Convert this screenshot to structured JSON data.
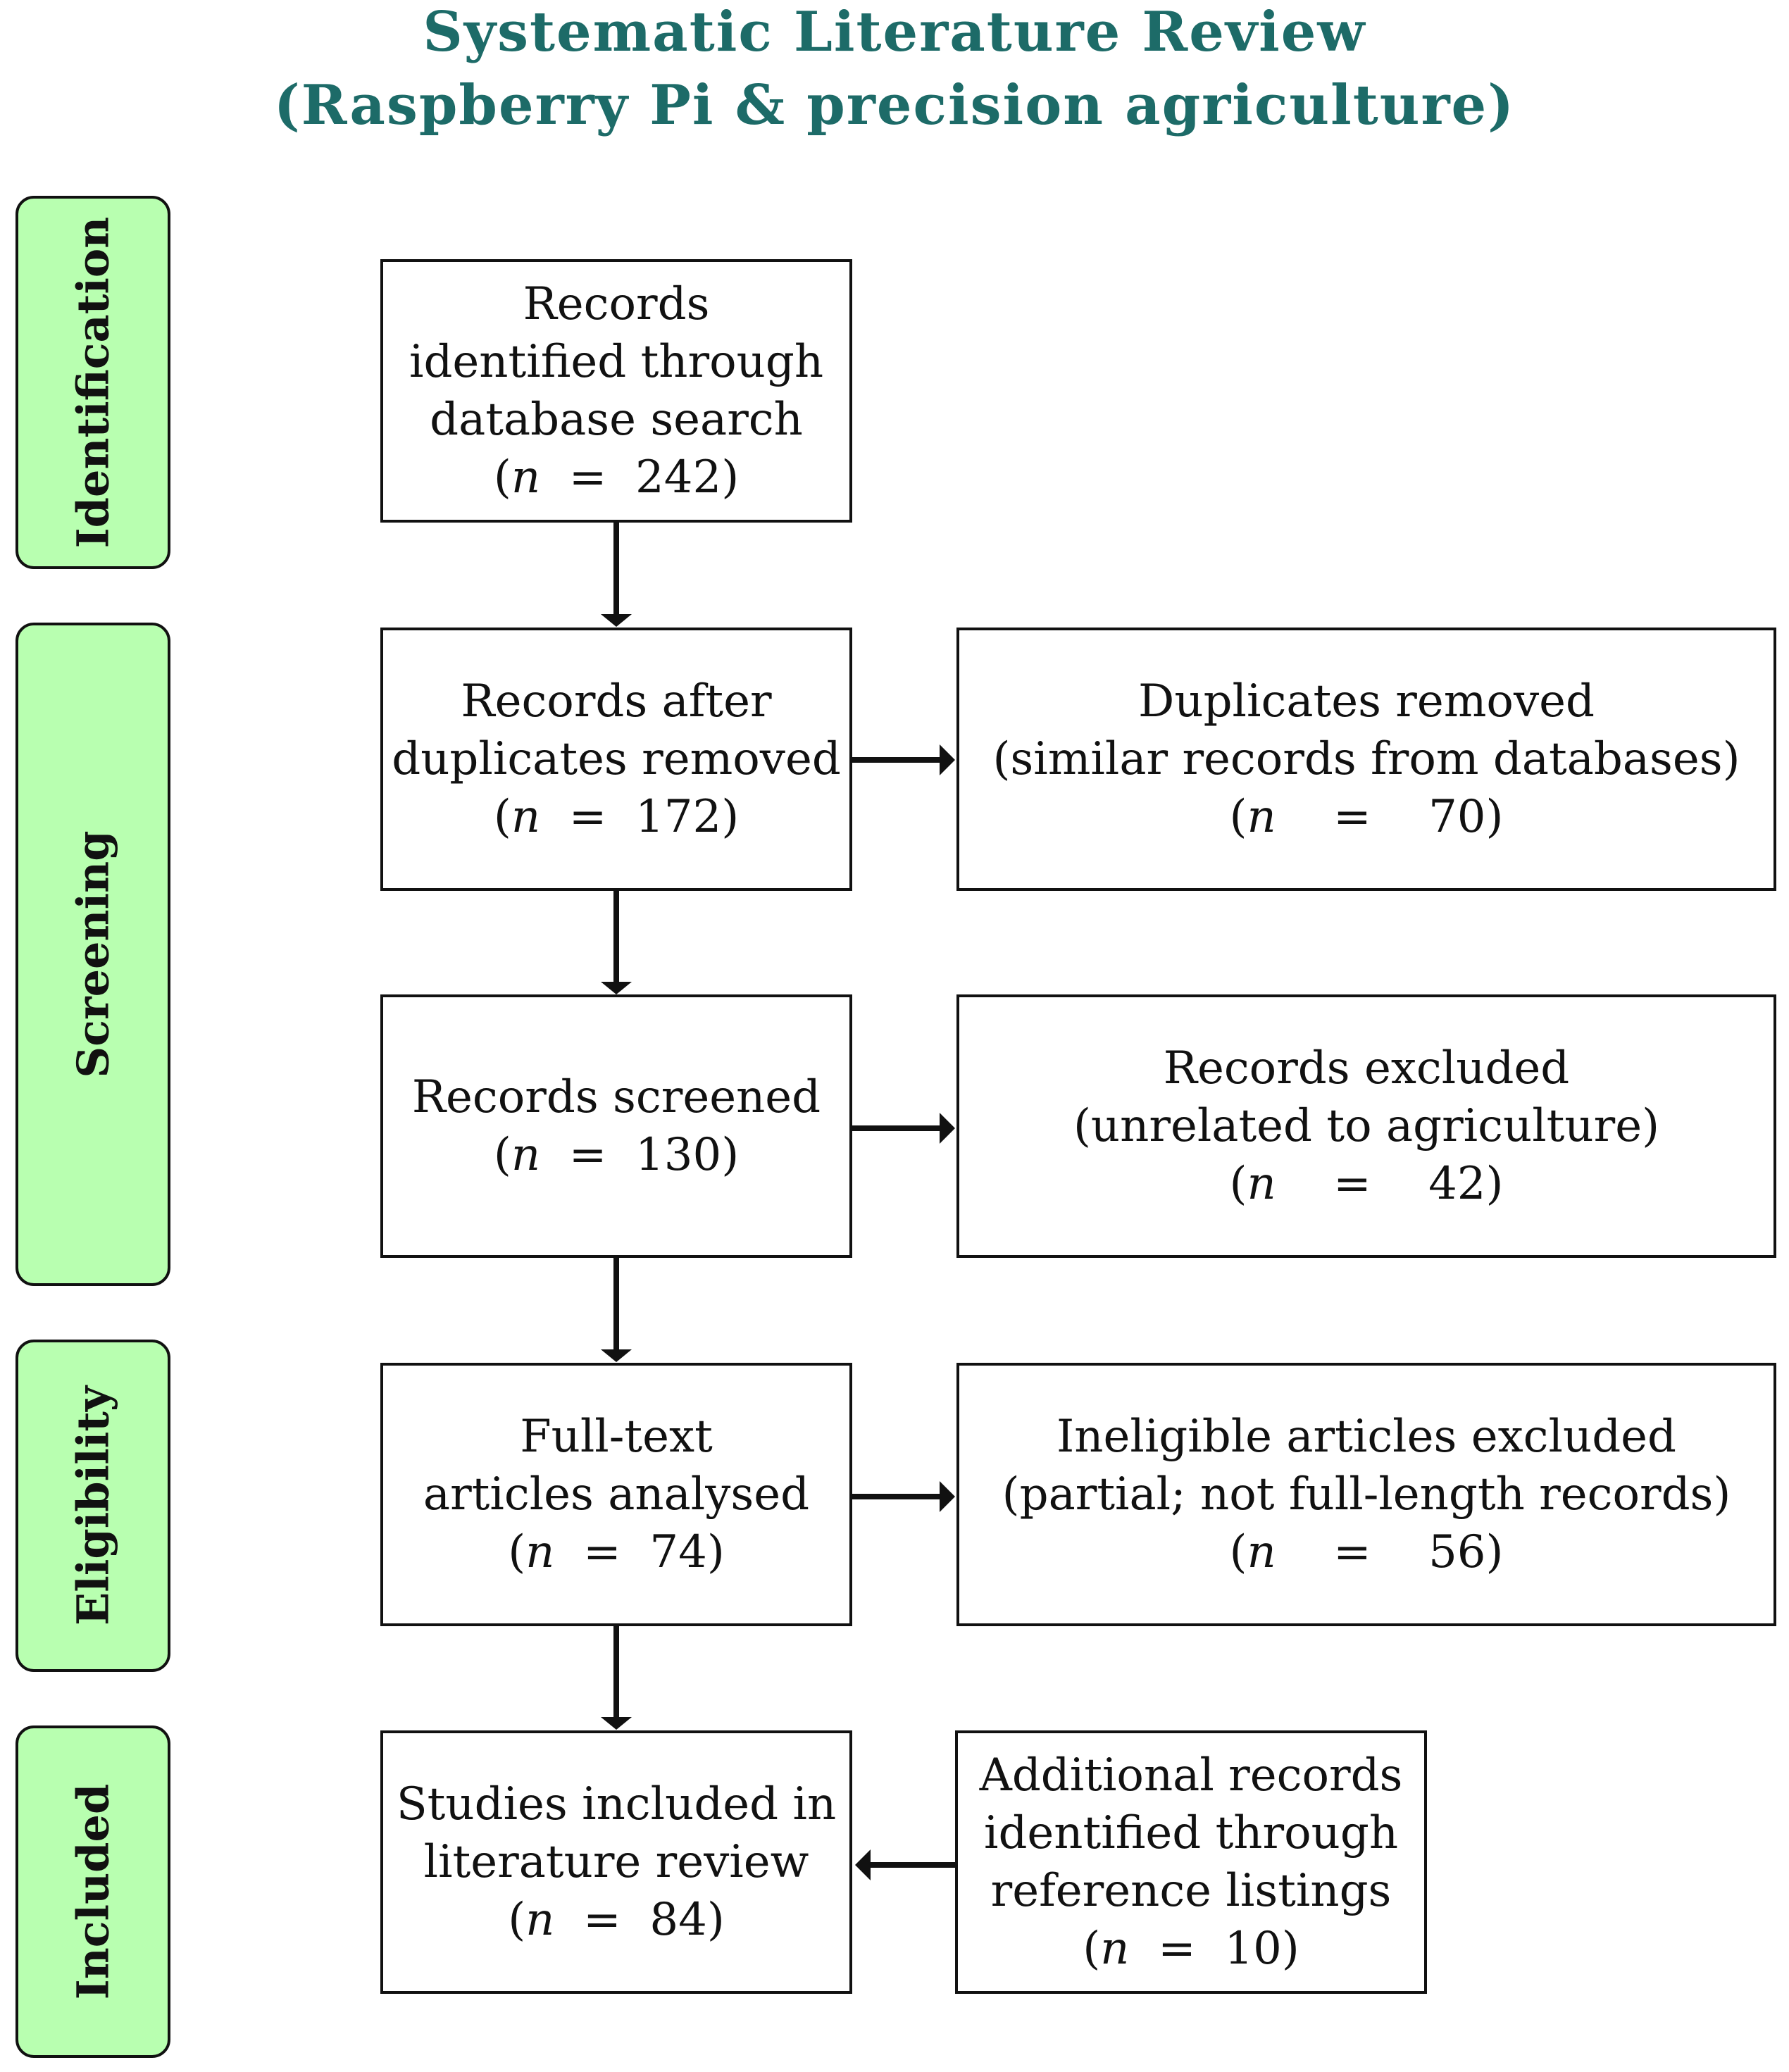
{
  "title": {
    "line1": "Systematic Literature Review",
    "line2": "(Raspberry Pi & precision agriculture)"
  },
  "stages": {
    "identification": "Identification",
    "screening": "Screening",
    "eligibility": "Eligibility",
    "included": "Included"
  },
  "boxes": {
    "identified": {
      "line1": "Records",
      "line2": "identified through",
      "line3": "database search",
      "count": "242"
    },
    "after_duplicates": {
      "line1": "Records after",
      "line2": "duplicates removed",
      "count": "172"
    },
    "duplicates_removed": {
      "line1": "Duplicates removed",
      "line2": "(similar records from databases)",
      "count": "70"
    },
    "screened": {
      "line1": "Records screened",
      "count": "130"
    },
    "excluded": {
      "line1": "Records excluded",
      "line2": "(unrelated to agriculture)",
      "count": "42"
    },
    "full_text": {
      "line1": "Full-text",
      "line2": "articles analysed",
      "count": "74"
    },
    "ineligible": {
      "line1": "Ineligible articles excluded",
      "line2": "(partial; not full-length records)",
      "count": "56"
    },
    "included": {
      "line1": "Studies included in",
      "line2": "literature review",
      "count": "84"
    },
    "additional": {
      "line1": "Additional records",
      "line2": "identified through",
      "line3": "reference listings",
      "count": "10"
    }
  },
  "count_prefix": "n",
  "count_eq": "="
}
